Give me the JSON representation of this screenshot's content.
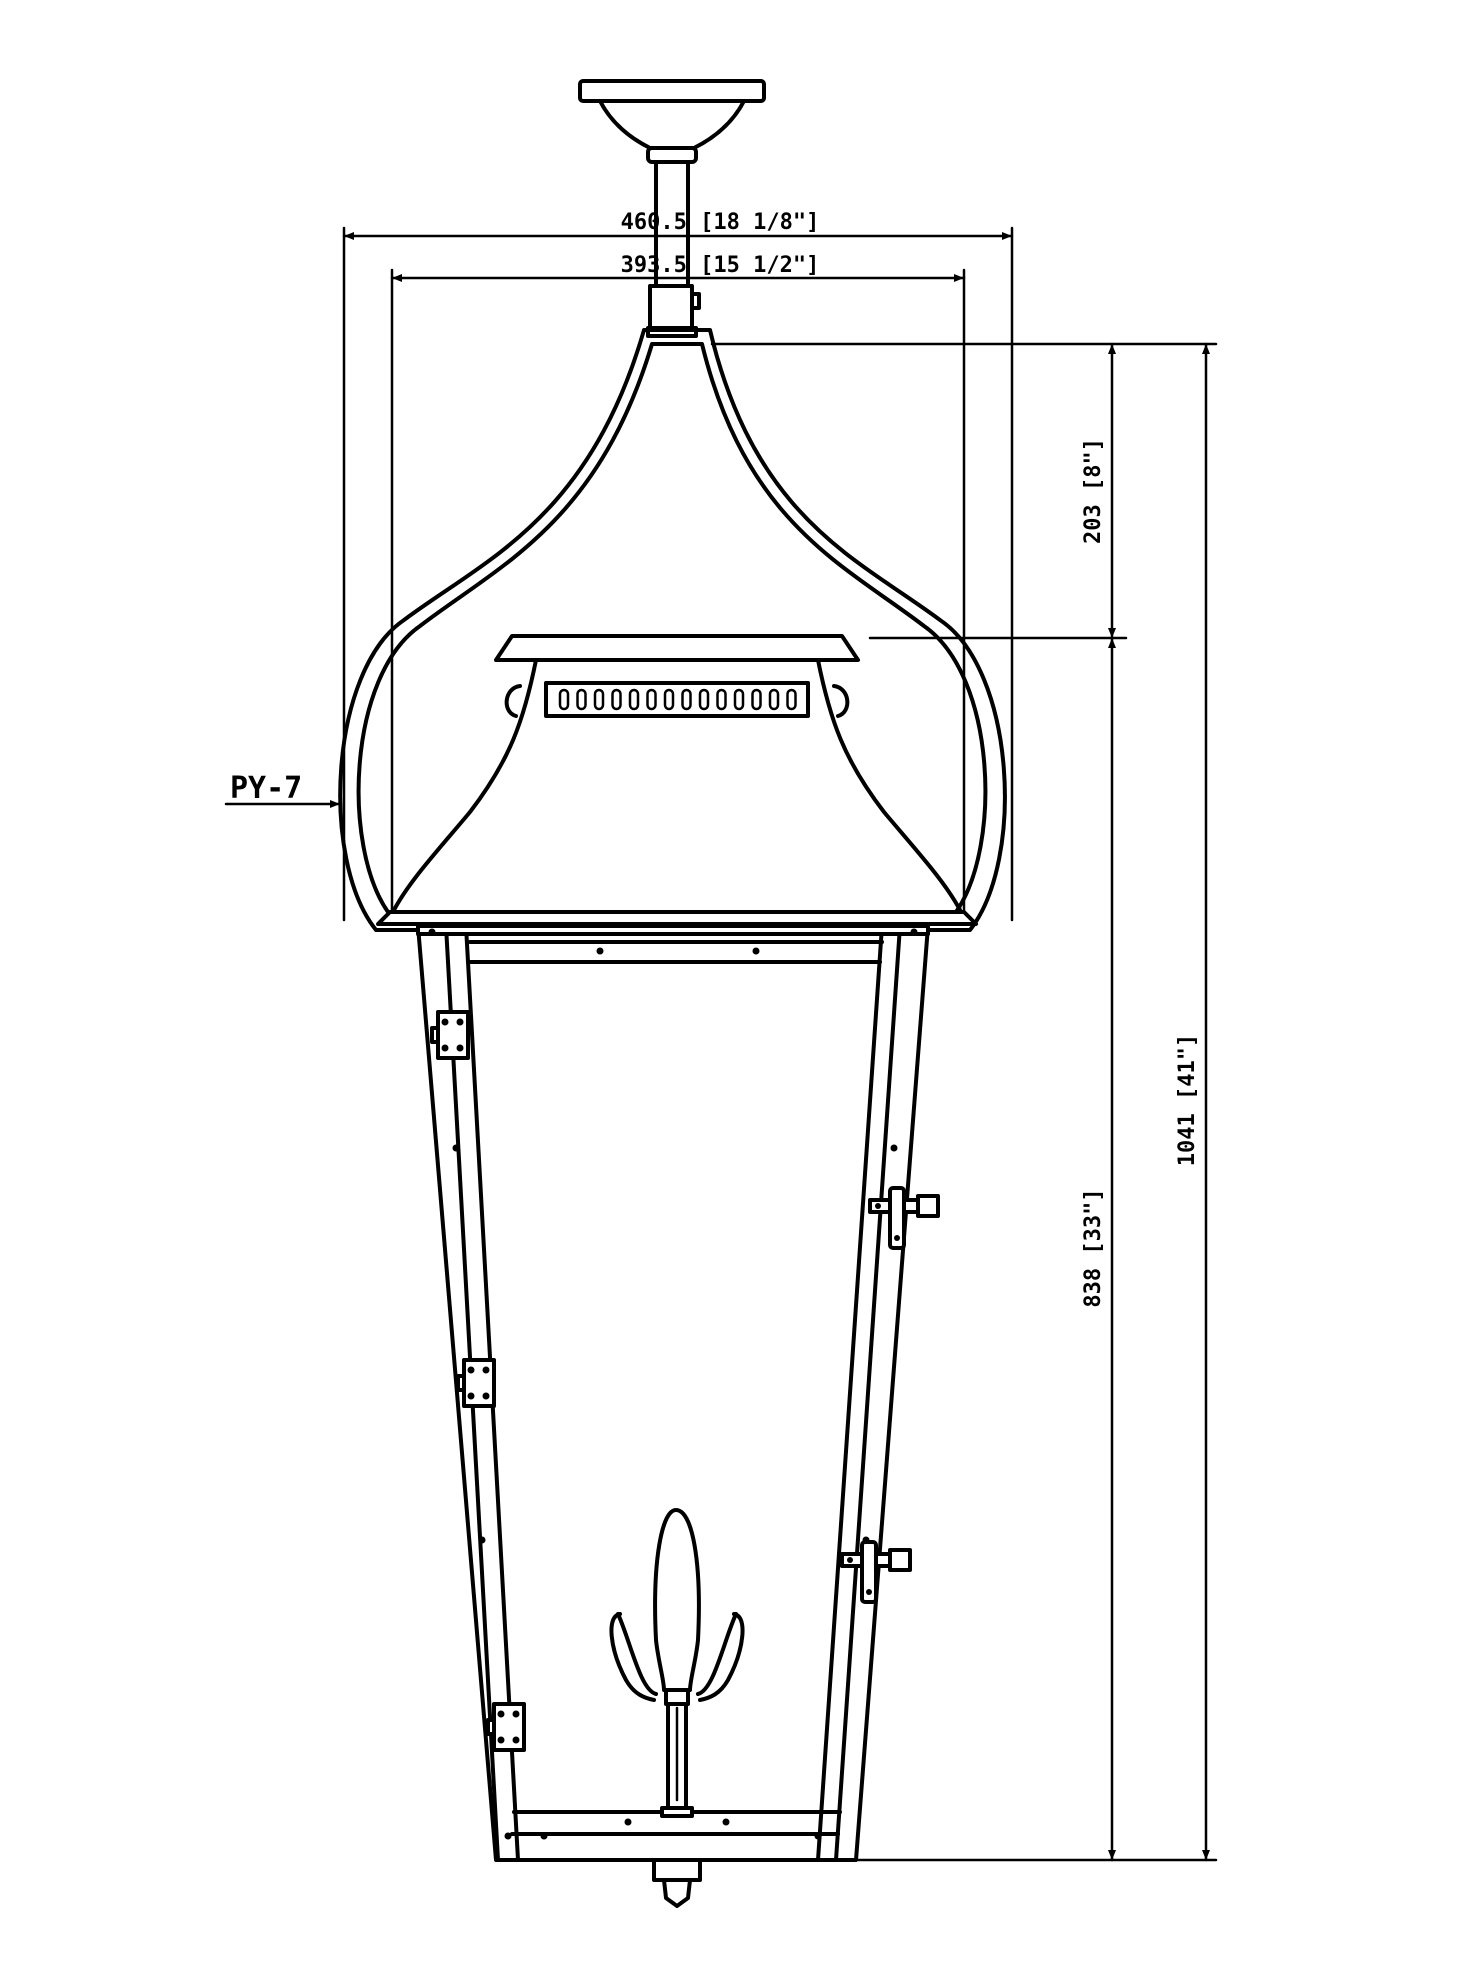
{
  "dimensions": {
    "overall_width": "460.5 [18 1/8\"]",
    "inner_width": "393.5 [15 1/2\"]",
    "top_height": "203 [8\"]",
    "body_height": "838 [33\"]",
    "overall_height": "1041 [41\"]"
  },
  "tag": {
    "label": "PY-7"
  }
}
